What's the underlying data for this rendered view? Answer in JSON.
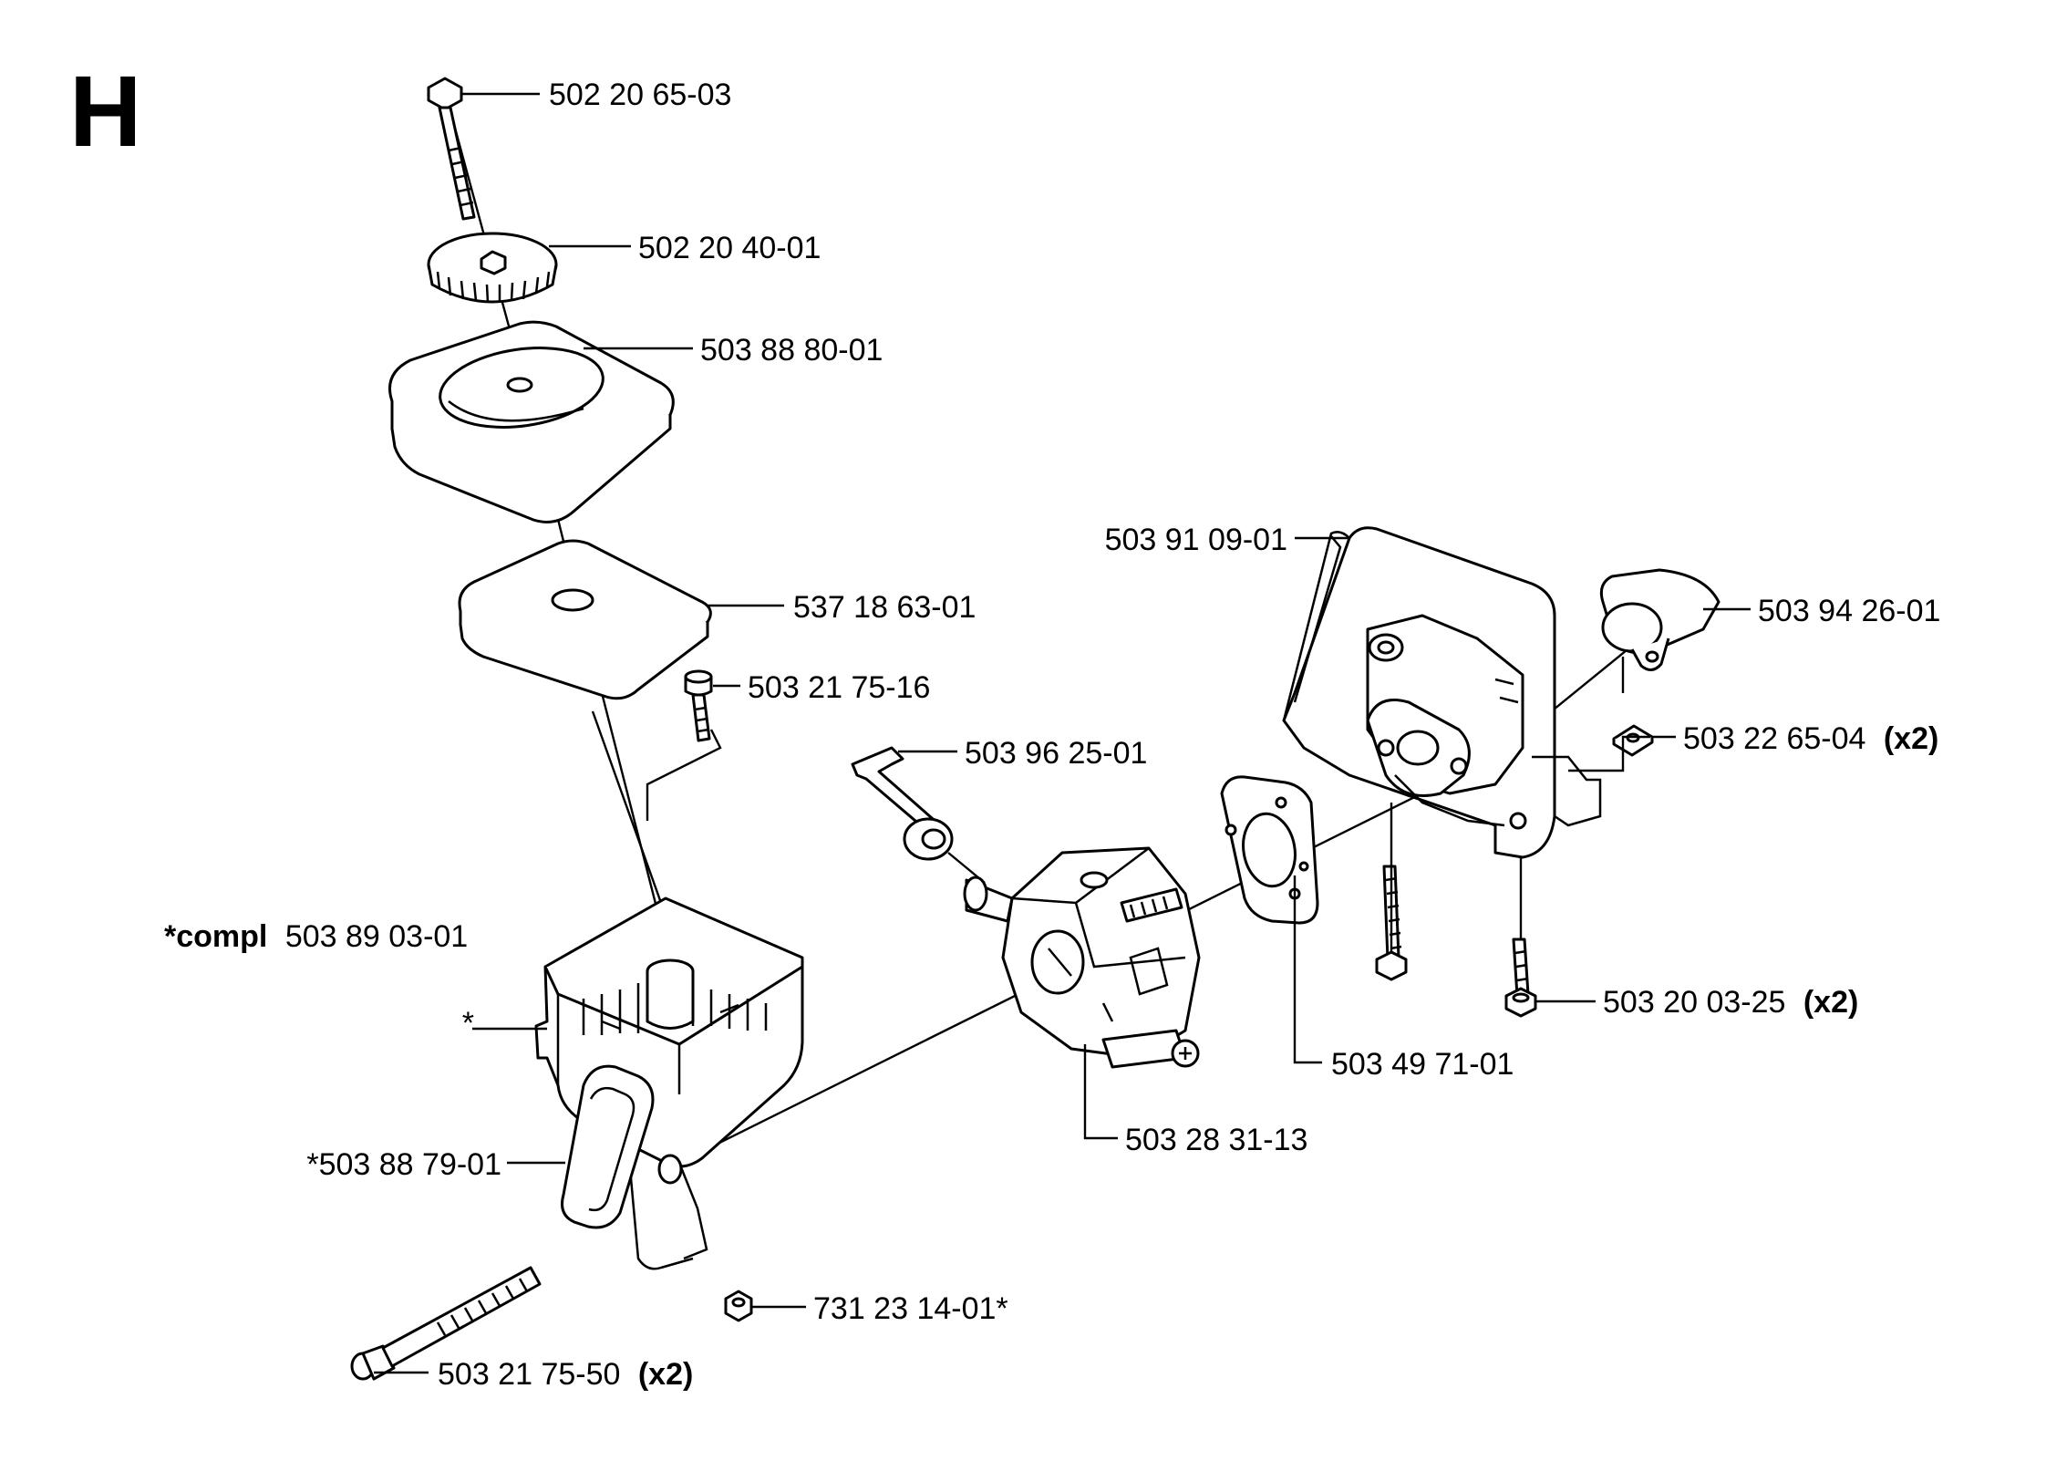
{
  "section_letter": "H",
  "labels": {
    "p1": "502 20 65-03",
    "p2": "502 20 40-01",
    "p3": "503 88 80-01",
    "p4": "537 18 63-01",
    "p5": "503 21 75-16",
    "p6": "503 96 25-01",
    "p7": "503 91 09-01",
    "p8": "503 94 26-01",
    "p9": "503 22 65-04",
    "p9_qty": "(x2)",
    "p10_prefix": "*compl",
    "p10": "503 89 03-01",
    "p11": "*",
    "p12": "503 20 03-25",
    "p12_qty": "(x2)",
    "p13": "503 49 71-01",
    "p14": "503 28 31-13",
    "p15": "*503 88 79-01",
    "p16": "731 23 14-01*",
    "p17": "503 21 75-50",
    "p17_qty": "(x2)"
  }
}
